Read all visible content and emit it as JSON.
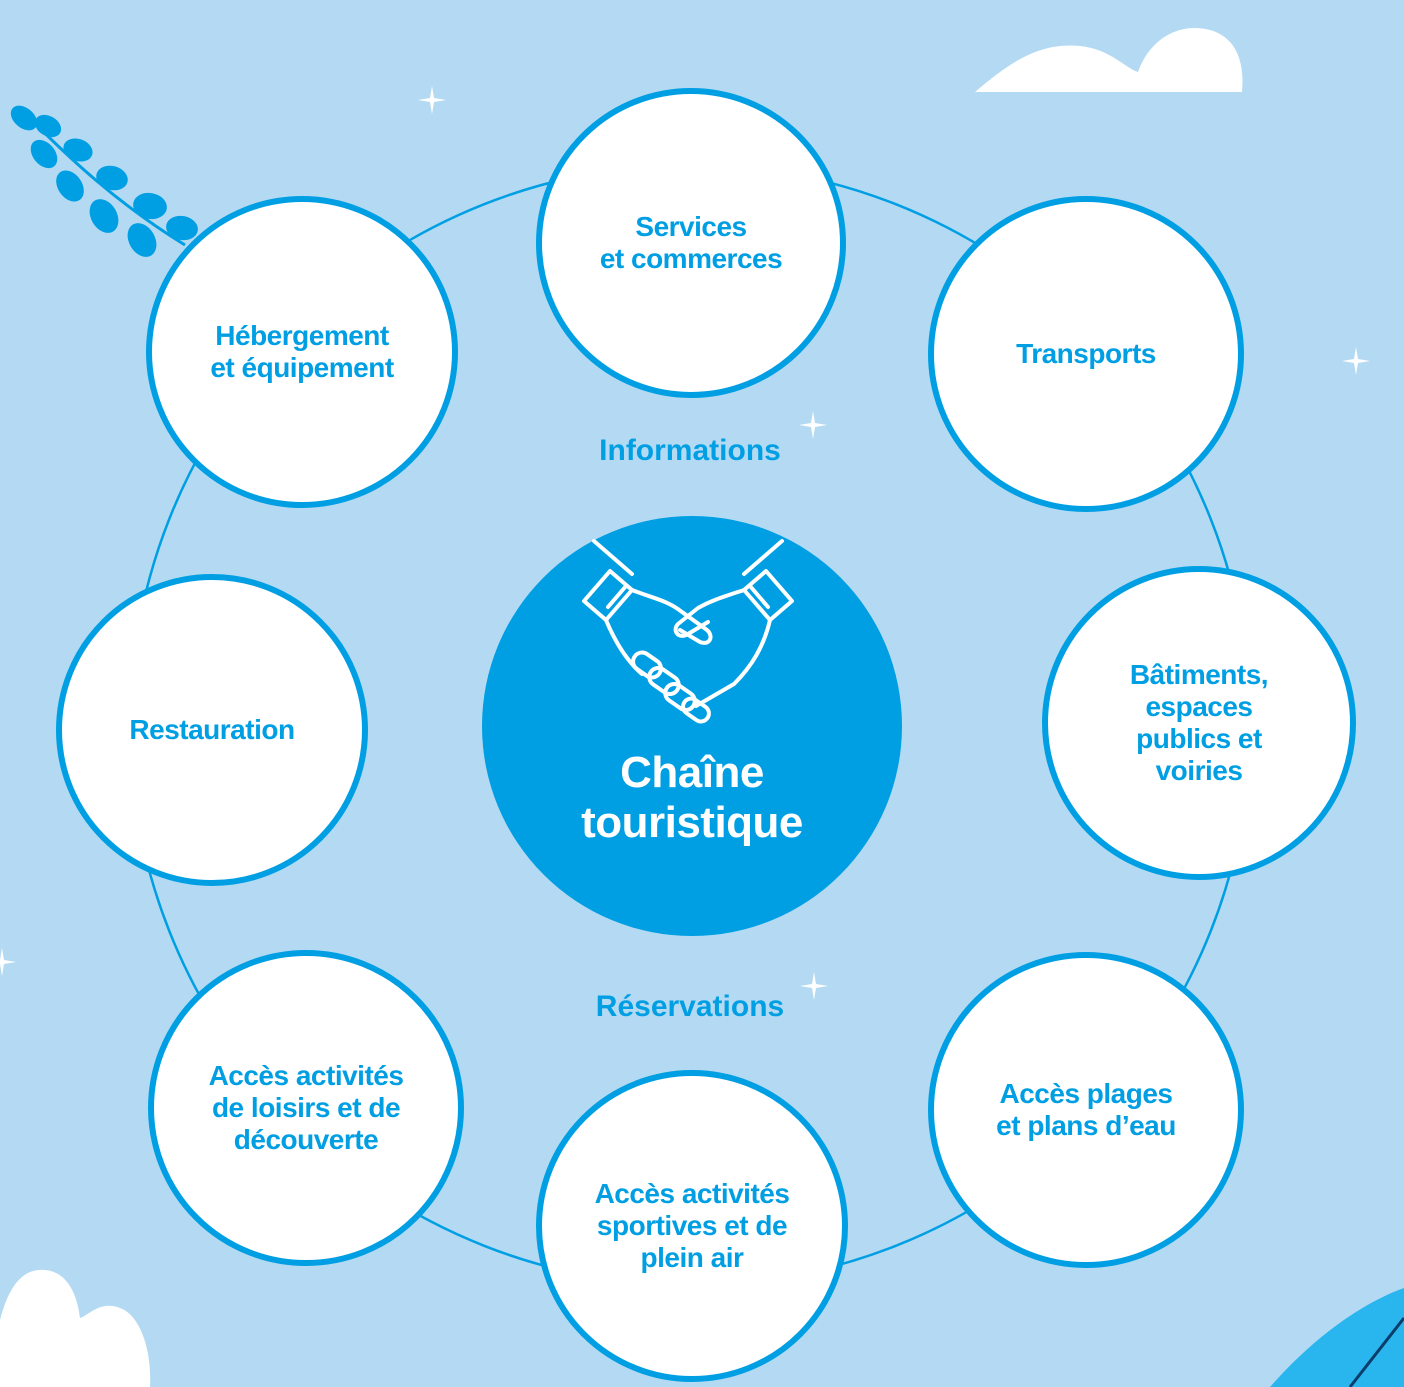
{
  "diagram": {
    "center_label": "Chaîne\ntouristique",
    "center_icon": "handshake-icon",
    "ring_labels": {
      "top": "Informations",
      "bottom": "Réservations"
    },
    "nodes": [
      {
        "label": "Services\net commerces"
      },
      {
        "label": "Transports"
      },
      {
        "label": "Bâtiments,\nespaces\npublics et\nvoiries"
      },
      {
        "label": "Accès plages\net plans d’eau"
      },
      {
        "label": "Accès activités\nsportives et de\nplein air"
      },
      {
        "label": "Accès activités\nde loisirs et de\ndécouverte"
      },
      {
        "label": "Restauration"
      },
      {
        "label": "Hébergement\net équipement"
      }
    ]
  },
  "colors": {
    "background": "#b4daf3",
    "accent": "#009fe3",
    "node_fill": "#ffffff",
    "bottom_corner": "#29b6ef"
  }
}
